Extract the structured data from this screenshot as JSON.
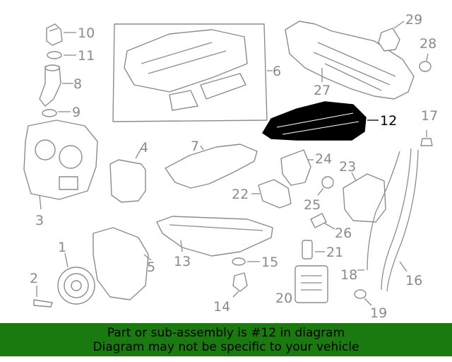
{
  "diagram": {
    "callouts": {
      "c1": "1",
      "c2": "2",
      "c3": "3",
      "c4": "4",
      "c5": "5",
      "c6": "6",
      "c7": "7",
      "c8": "8",
      "c9": "9",
      "c10": "10",
      "c11": "11",
      "c12": "12",
      "c13": "13",
      "c14": "14",
      "c15": "15",
      "c16": "16",
      "c17": "17",
      "c18": "18",
      "c19": "19",
      "c20": "20",
      "c21": "21",
      "c22": "22",
      "c23": "23",
      "c24": "24",
      "c25": "25",
      "c26": "26",
      "c27": "27",
      "c28": "28",
      "c29": "29"
    },
    "highlight_color": "#000000",
    "part_color": "#8c8c8c"
  },
  "banner": {
    "line1": "Part or sub-assembly is #12 in diagram",
    "line2": "Diagram may not be specific to your vehicle",
    "color": "#1a7a10"
  }
}
